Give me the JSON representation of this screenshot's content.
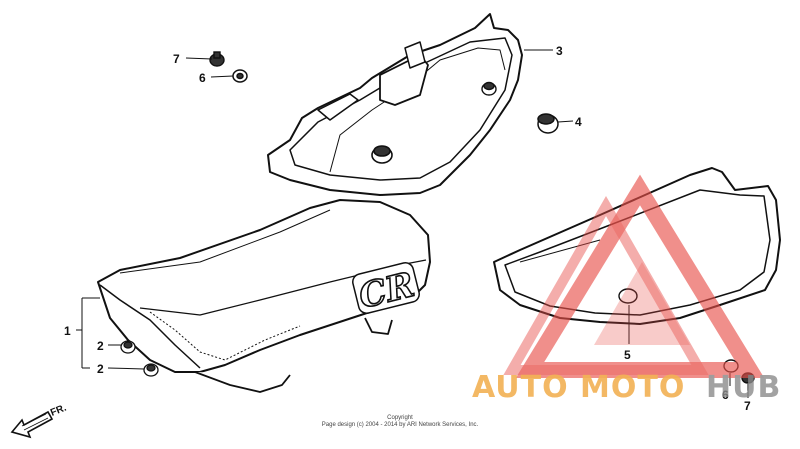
{
  "callouts": {
    "c1": "1",
    "c2a": "2",
    "c2b": "2",
    "c3": "3",
    "c4": "4",
    "c5": "5",
    "c6a": "6",
    "c6b": "6",
    "c7a": "7",
    "c7b": "7"
  },
  "seat_logo": "CR",
  "front_label": "FR.",
  "copyright": {
    "line1": "Copyright",
    "line2": "Page design (c) 2004 - 2014 by ARI Network Services, Inc."
  },
  "watermark": {
    "part1": "AUTO",
    "part2": "MOTO",
    "part3": "HUB",
    "colors": {
      "orange": "#f0a436",
      "gray": "#8c8c8c",
      "red": "#e8504a"
    }
  }
}
